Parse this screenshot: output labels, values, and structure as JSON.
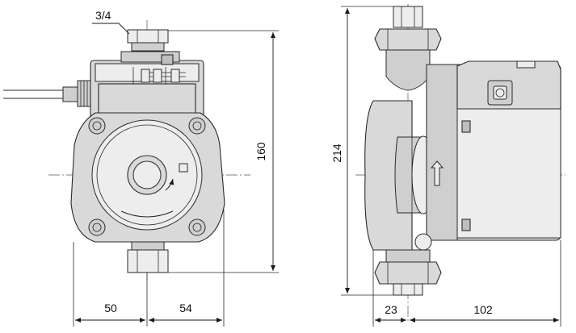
{
  "labels": {
    "thread": "3/4",
    "height_front": "160",
    "height_side": "214",
    "width_left": "50",
    "width_right": "54",
    "depth_front": "23",
    "depth_motor": "102"
  }
}
